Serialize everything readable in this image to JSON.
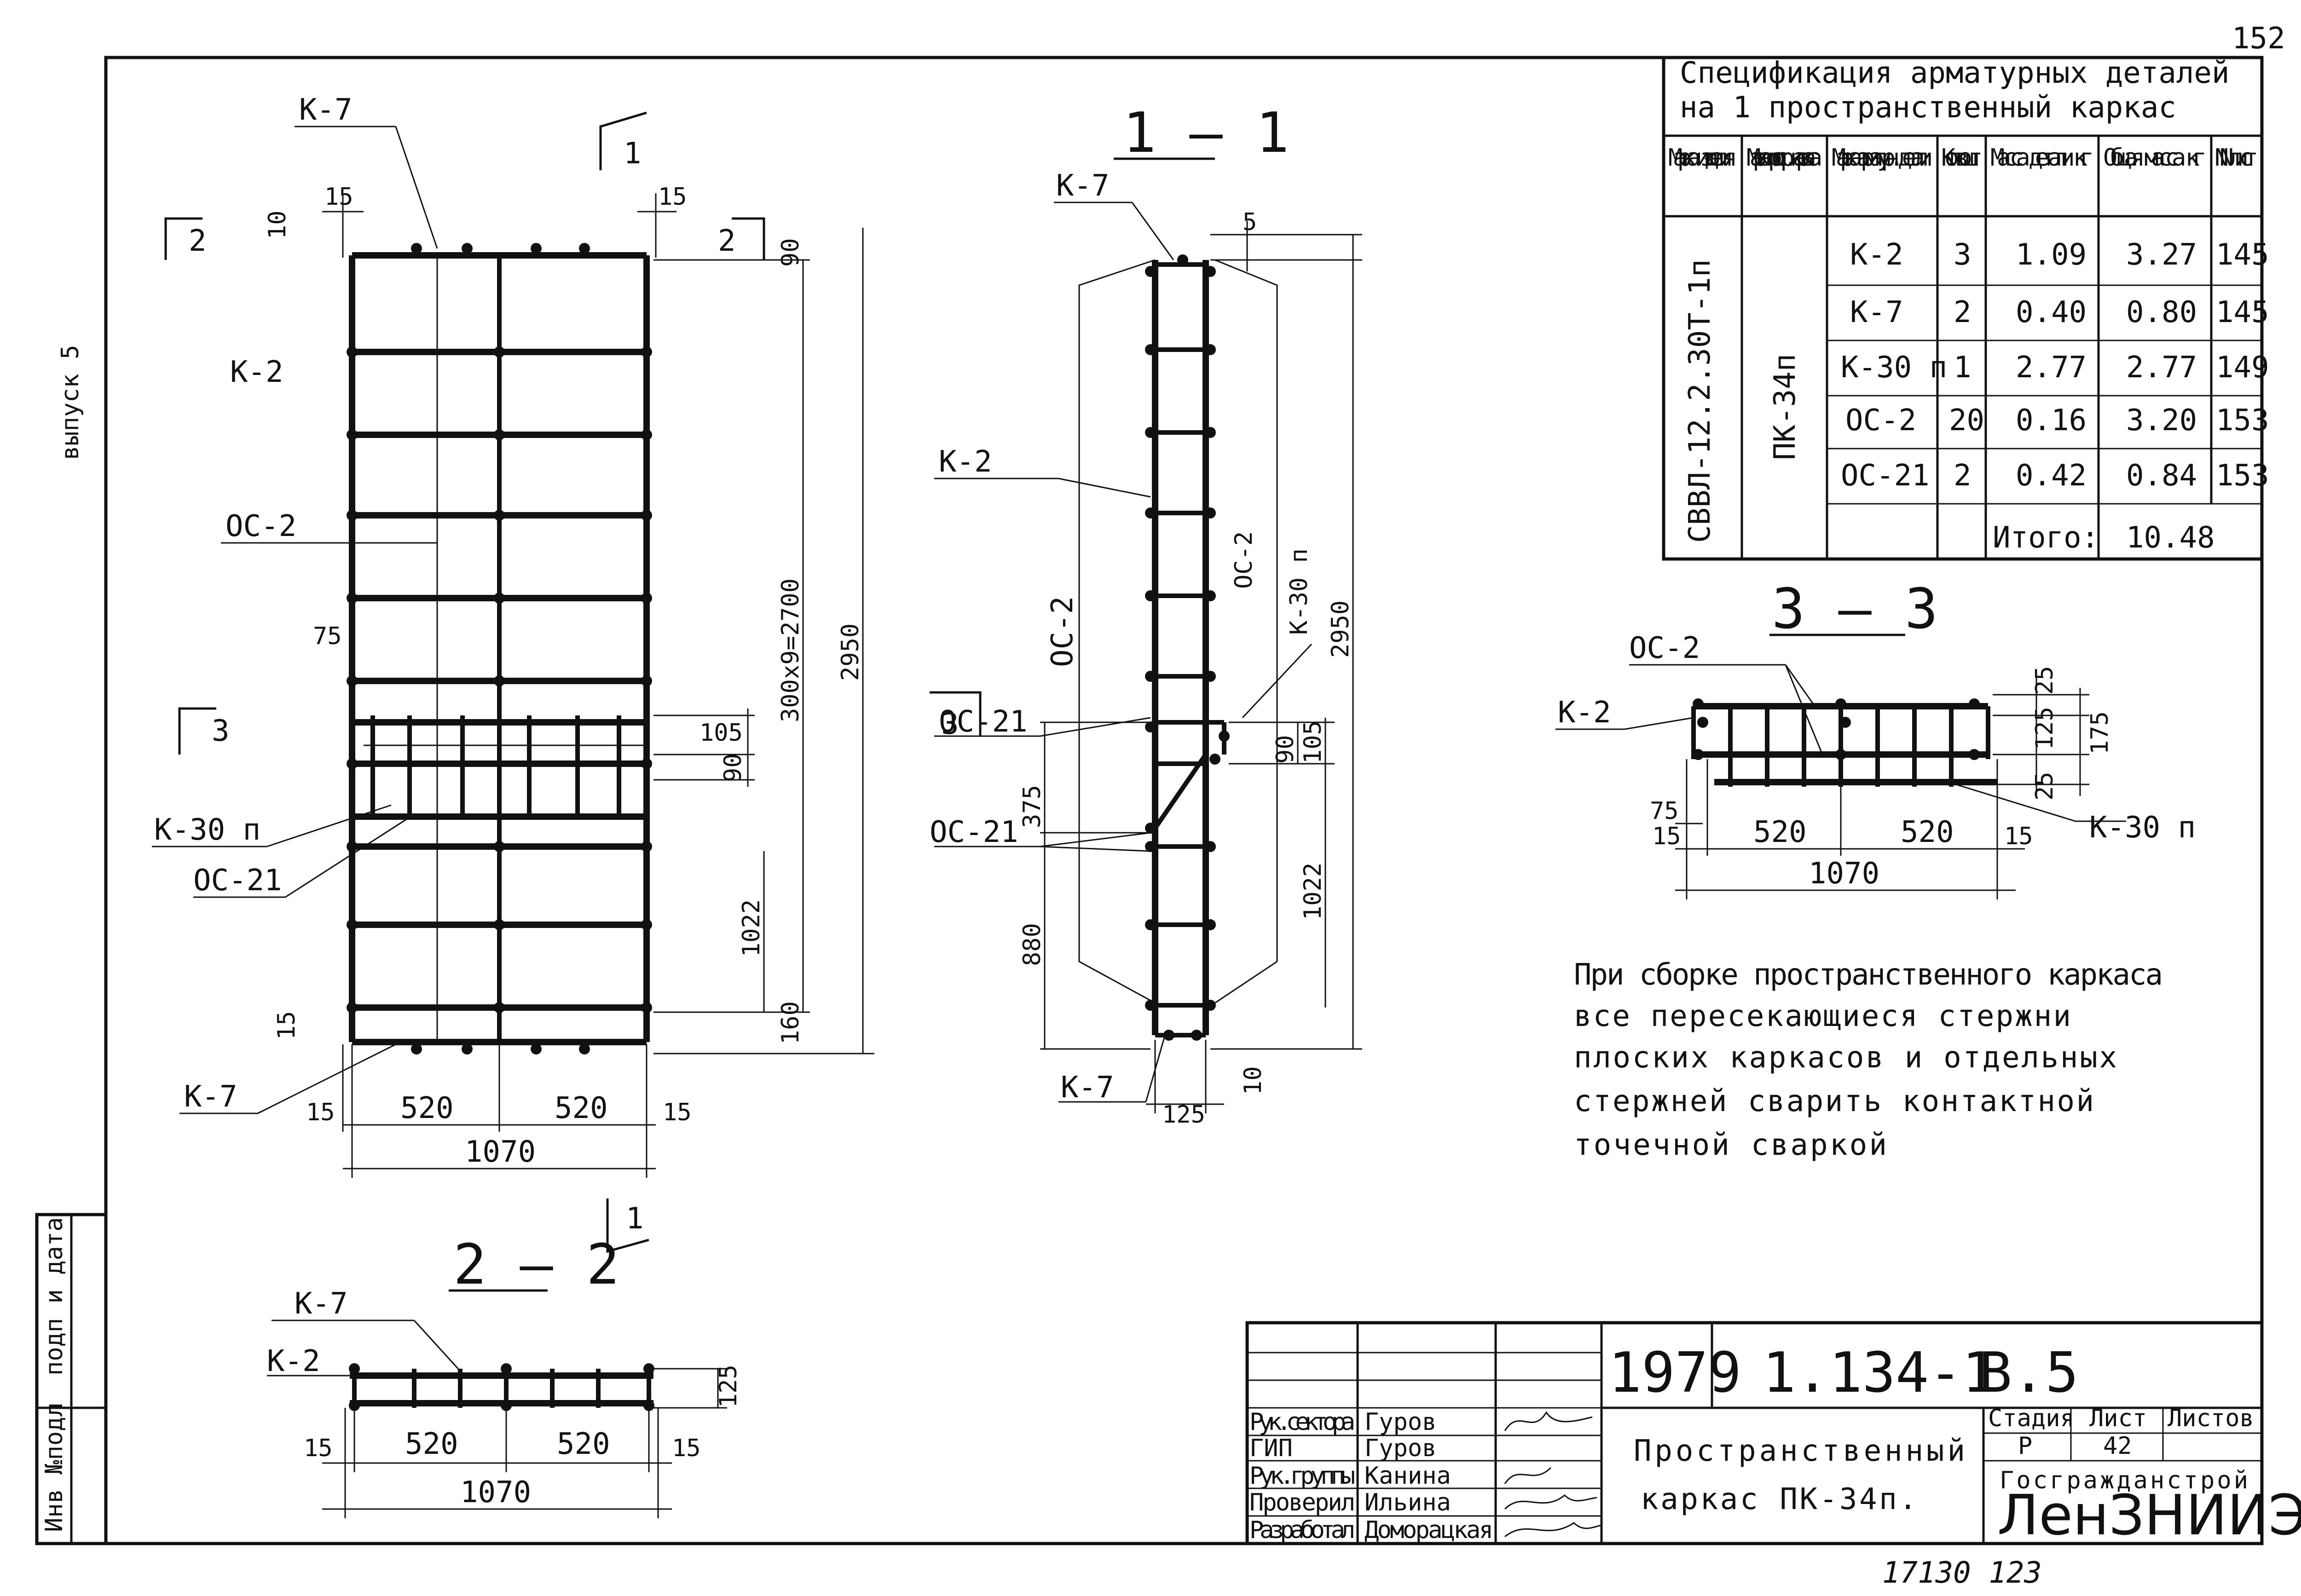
{
  "page_number": "152",
  "side_note": "выпуск 5",
  "binder_labels": {
    "inv_no": "Инв №подл",
    "sign_date": "подп и дата"
  },
  "front_view": {
    "labels": {
      "k7_top": "К-7",
      "k2": "К-2",
      "oc2": "ОС-2",
      "k30": "К-30 п",
      "oc21": "ОС-21",
      "k7_bottom": "К-7"
    },
    "dims": {
      "top_left": "15",
      "top_right": "15",
      "top_small": "10",
      "right_top": "90",
      "pitch": "300х9=2700",
      "total_height": "2950",
      "d105": "105",
      "d90": "90",
      "d1022": "1022",
      "d160": "160",
      "d75": "75",
      "bottom_left": "15",
      "bottom_small": "15",
      "bottom_1": "520",
      "bottom_2": "520",
      "bottom_right": "15",
      "bottom_total": "1070"
    },
    "section_marks": {
      "s1_top": "1",
      "s2_left": "2",
      "s2_right": "2",
      "s3_left": "3",
      "s1_bottom": "1"
    }
  },
  "section_1_1": {
    "title": "1 — 1",
    "labels": {
      "k7_top": "К-7",
      "k2": "К-2",
      "oc2_left": "ОС-2",
      "oc2_right": "ОС-2",
      "k30": "К-30 п",
      "oc21_a": "ОС-21",
      "oc21_b": "ОС-21",
      "k7_bottom": "К-7",
      "s3": "3"
    },
    "dims": {
      "top": "5",
      "height": "2950",
      "d375": "375",
      "d880": "880",
      "d105": "105",
      "d90": "90",
      "d1022": "1022",
      "d10": "10",
      "d125": "125"
    }
  },
  "section_2_2": {
    "title": "2 — 2",
    "labels": {
      "k7": "К-7",
      "k2": "К-2"
    },
    "dims": {
      "d125": "125",
      "left": "15",
      "mid_1": "520",
      "mid_2": "520",
      "right": "15",
      "total": "1070"
    }
  },
  "section_3_3": {
    "title": "3 — 3",
    "labels": {
      "oc2": "ОС-2",
      "k2": "К-2",
      "k30": "К-30 п"
    },
    "dims": {
      "d25_top": "25",
      "d125": "125",
      "d175": "175",
      "d25_bottom": "25",
      "d75": "75",
      "left": "15",
      "mid_1": "520",
      "mid_2": "520",
      "right": "15",
      "total": "1070"
    }
  },
  "spec_table": {
    "title_line1": "Спецификация арматурных деталей",
    "title_line2": "на 1 пространственный каркас",
    "headers": [
      "Марка изделия",
      "Марка простр. каркаса",
      "Марка арматурн. детали",
      "Кол-во шт",
      "Масса детали кг",
      "Общая масса кг",
      "NN лист"
    ],
    "product_mark": "СВВЛ-12.2.30Т-1п",
    "frame_mark": "ПК-34п",
    "rows": [
      {
        "part": "К-2",
        "qty": "3",
        "mass": "1.09",
        "total": "3.27",
        "sheet": "145"
      },
      {
        "part": "К-7",
        "qty": "2",
        "mass": "0.40",
        "total": "0.80",
        "sheet": "145"
      },
      {
        "part": "К-30 п",
        "qty": "1",
        "mass": "2.77",
        "total": "2.77",
        "sheet": "149"
      },
      {
        "part": "ОС-2",
        "qty": "20",
        "mass": "0.16",
        "total": "3.20",
        "sheet": "153"
      },
      {
        "part": "ОС-21",
        "qty": "2",
        "mass": "0.42",
        "total": "0.84",
        "sheet": "153"
      }
    ],
    "total_label": "Итого:",
    "total_value": "10.48"
  },
  "note": [
    "При сборке пространственного каркаса",
    "все пересекающиеся стержни",
    "плоских каркасов и отдельных",
    "стержней сварить контактной",
    "точечной сваркой"
  ],
  "title_block": {
    "year": "1979",
    "series": "1.134-1",
    "issue": "В.5",
    "roles": [
      "Рук.сектора",
      "ГИП",
      "Рук.группы",
      "Проверил",
      "Разработал"
    ],
    "names": [
      "Гуров",
      "Гуров",
      "Канина",
      "Ильина",
      "Доморацкая"
    ],
    "title_line1": "Пространственный",
    "title_line2": "каркас ПК-34п.",
    "stage_label": "Стадия",
    "sheet_label": "Лист",
    "sheets_label": "Листов",
    "stage_value": "Р",
    "sheet_value": "42",
    "org_line1": "Госгражданстрой",
    "org_line2": "ЛенЗНИИЭП"
  },
  "footer_code": "17130   123"
}
